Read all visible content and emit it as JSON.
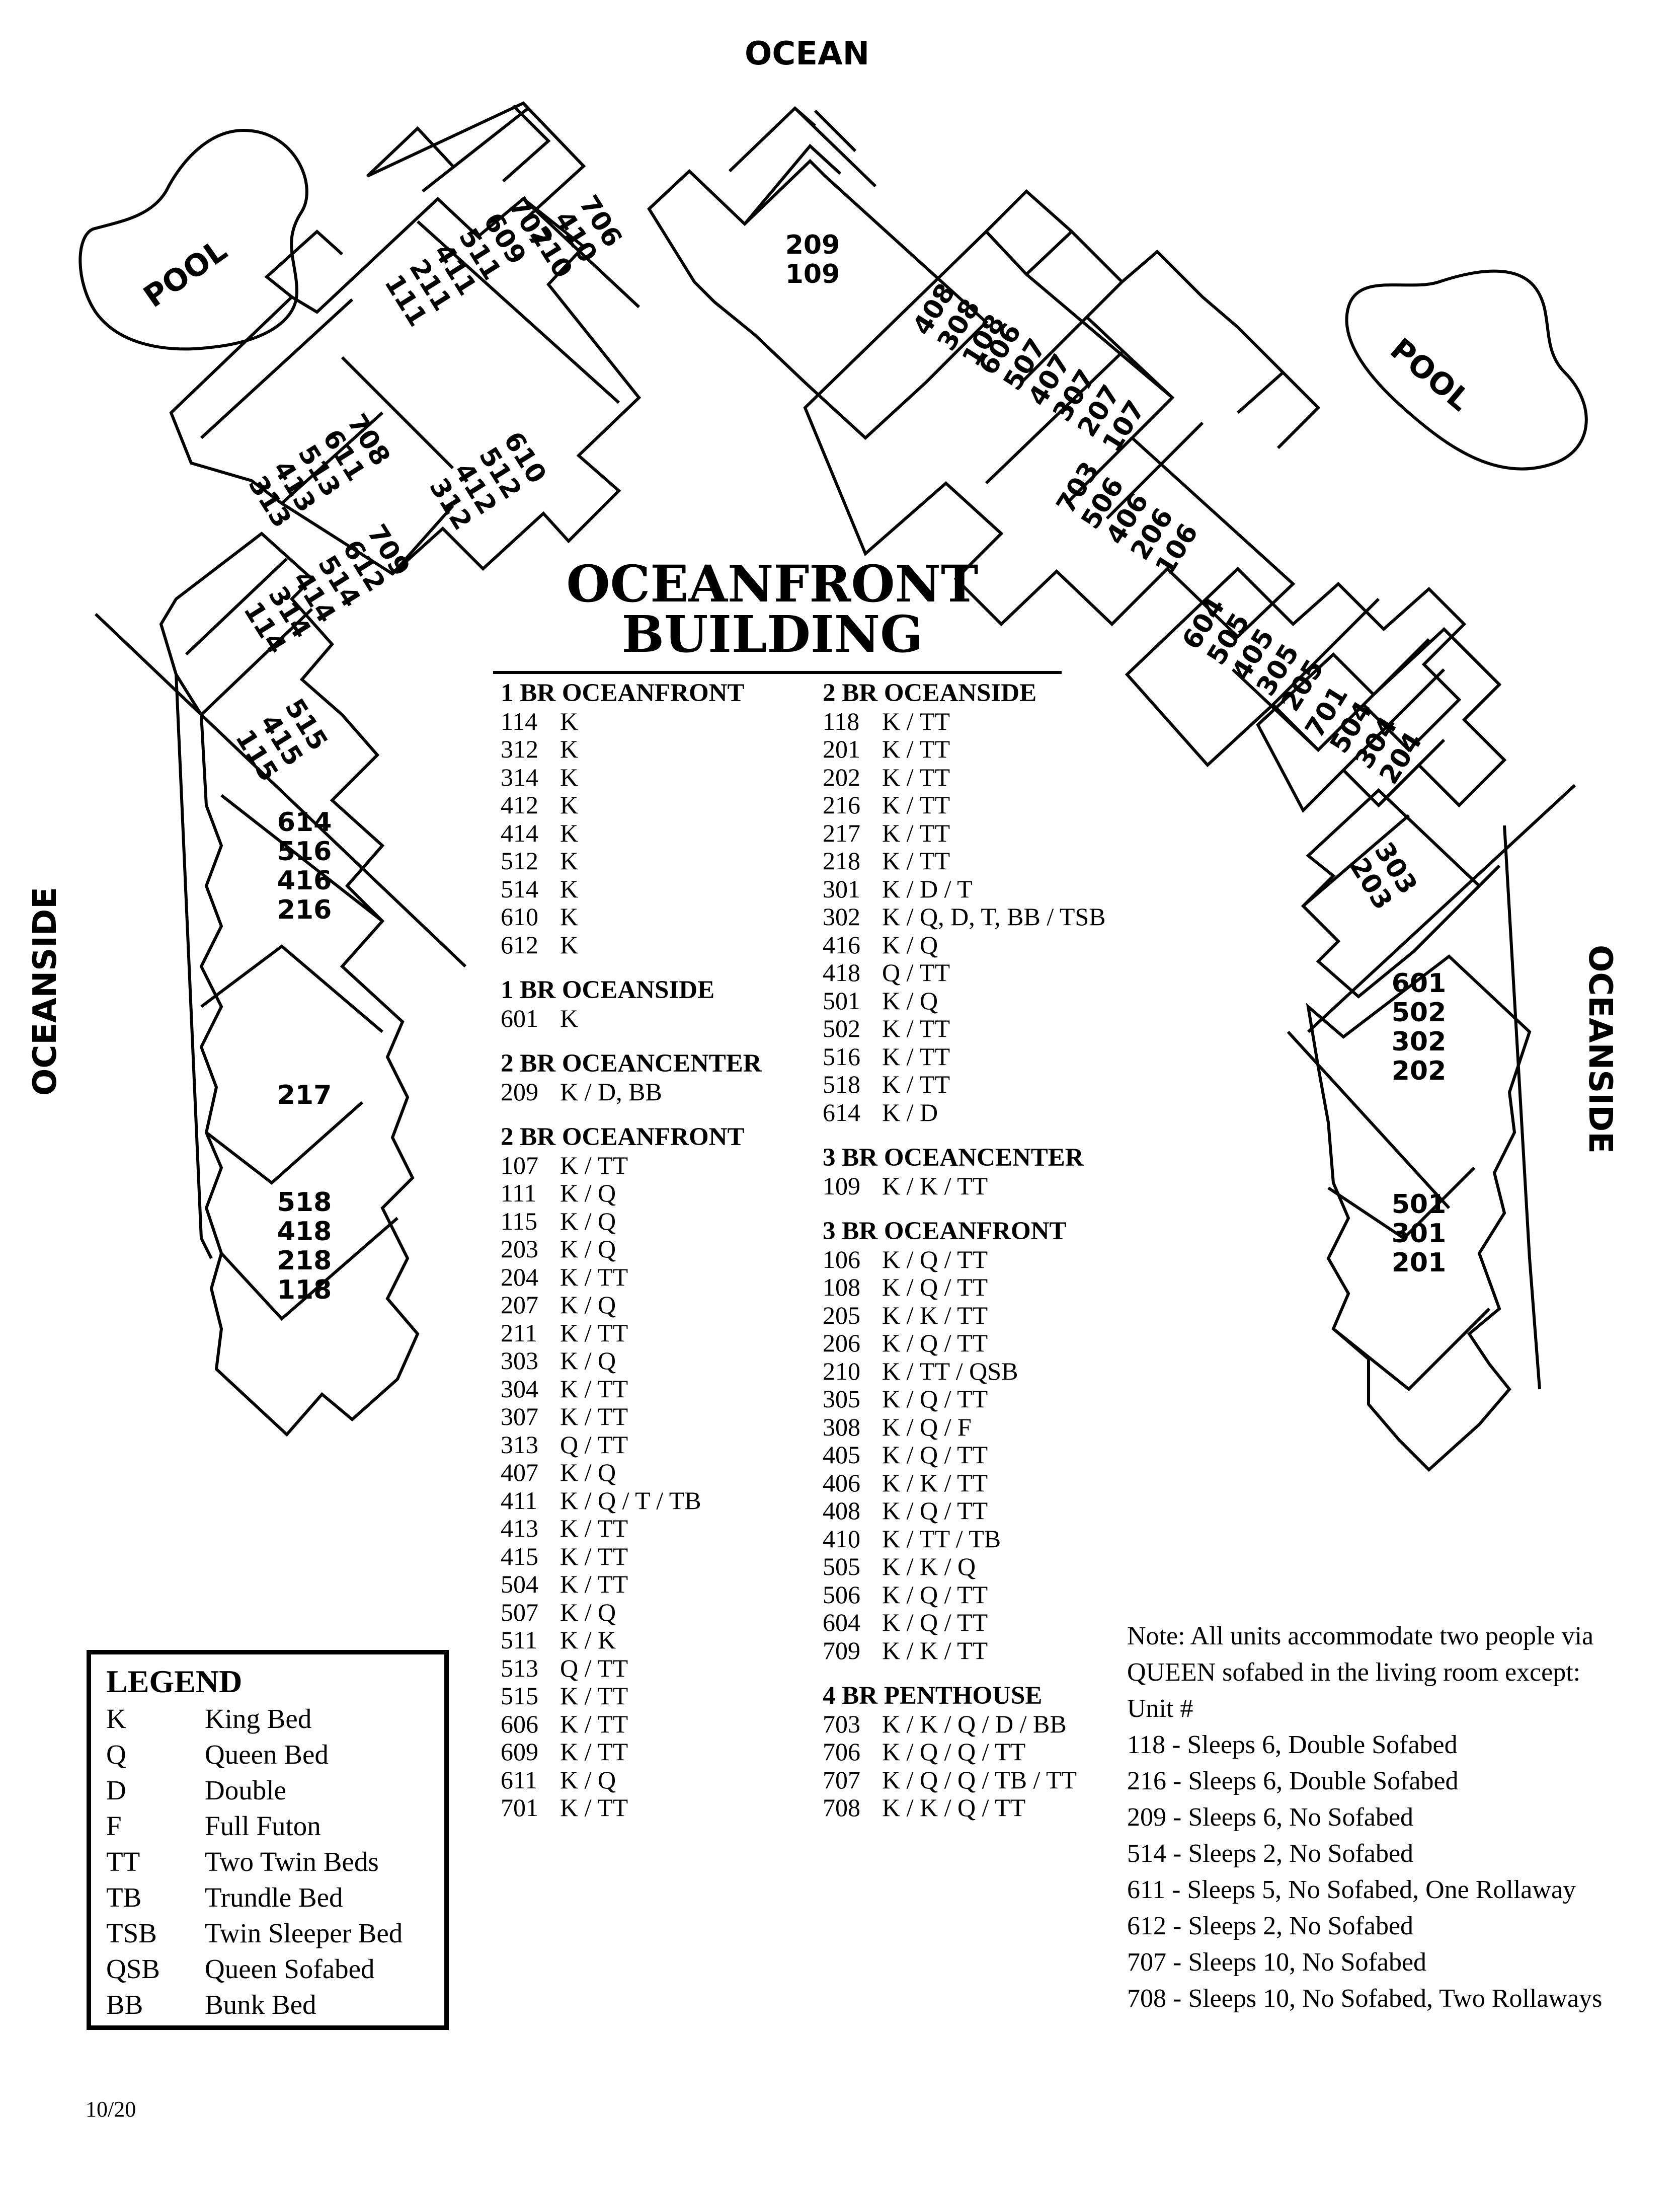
{
  "labels": {
    "ocean": "OCEAN",
    "oceanside_left": "OCEANSIDE",
    "oceanside_right": "OCEANSIDE",
    "pool_left": "POOL",
    "pool_right": "POOL",
    "title_line1": "OCEANFRONT",
    "title_line2": "BUILDING",
    "date": "10/20"
  },
  "unit_stacks": [
    {
      "id": "706-410-210",
      "units": [
        "706",
        "410",
        "210"
      ]
    },
    {
      "id": "707-111",
      "units": [
        "707",
        "609",
        "511",
        "411",
        "211",
        "111"
      ]
    },
    {
      "id": "209-109",
      "units": [
        "209",
        "109"
      ]
    },
    {
      "id": "408-108",
      "units": [
        "408",
        "308",
        "108"
      ]
    },
    {
      "id": "606-107",
      "units": [
        "606",
        "507",
        "407",
        "307",
        "207",
        "107"
      ]
    },
    {
      "id": "708-313",
      "units": [
        "708",
        "611",
        "513",
        "413",
        "313"
      ]
    },
    {
      "id": "610-312",
      "units": [
        "610",
        "512",
        "412",
        "312"
      ]
    },
    {
      "id": "709-114",
      "units": [
        "709",
        "612",
        "514",
        "414",
        "314",
        "114"
      ]
    },
    {
      "id": "703-106",
      "units": [
        "703",
        "506",
        "406",
        "206",
        "106"
      ]
    },
    {
      "id": "604-205",
      "units": [
        "604",
        "505",
        "405",
        "305",
        "205"
      ]
    },
    {
      "id": "701-204",
      "units": [
        "701",
        "504",
        "304",
        "204"
      ]
    },
    {
      "id": "515-115",
      "units": [
        "515",
        "415",
        "115"
      ]
    },
    {
      "id": "303-203",
      "units": [
        "303",
        "203"
      ]
    },
    {
      "id": "614-216",
      "units": [
        "614",
        "516",
        "416",
        "216"
      ]
    },
    {
      "id": "217",
      "units": [
        "217"
      ]
    },
    {
      "id": "518-118",
      "units": [
        "518",
        "418",
        "218",
        "118"
      ]
    },
    {
      "id": "601-202",
      "units": [
        "601",
        "502",
        "302",
        "202"
      ]
    },
    {
      "id": "501-201",
      "units": [
        "501",
        "301",
        "201"
      ]
    }
  ],
  "columns": [
    {
      "sections": [
        {
          "heading": "1 BR OCEANFRONT",
          "rows": [
            {
              "unit": "114",
              "beds": "K"
            },
            {
              "unit": "312",
              "beds": "K"
            },
            {
              "unit": "314",
              "beds": "K"
            },
            {
              "unit": "412",
              "beds": "K"
            },
            {
              "unit": "414",
              "beds": "K"
            },
            {
              "unit": "512",
              "beds": "K"
            },
            {
              "unit": "514",
              "beds": "K"
            },
            {
              "unit": "610",
              "beds": "K"
            },
            {
              "unit": "612",
              "beds": "K"
            }
          ]
        },
        {
          "heading": "1 BR OCEANSIDE",
          "rows": [
            {
              "unit": "601",
              "beds": "K"
            }
          ]
        },
        {
          "heading": "2 BR OCEANCENTER",
          "rows": [
            {
              "unit": "209",
              "beds": "K / D, BB"
            }
          ]
        },
        {
          "heading": "2 BR OCEANFRONT",
          "rows": [
            {
              "unit": "107",
              "beds": "K / TT"
            },
            {
              "unit": "111",
              "beds": "K / Q"
            },
            {
              "unit": "115",
              "beds": "K / Q"
            },
            {
              "unit": "203",
              "beds": "K / Q"
            },
            {
              "unit": "204",
              "beds": "K / TT"
            },
            {
              "unit": "207",
              "beds": "K / Q"
            },
            {
              "unit": "211",
              "beds": "K / TT"
            },
            {
              "unit": "303",
              "beds": "K / Q"
            },
            {
              "unit": "304",
              "beds": "K / TT"
            },
            {
              "unit": "307",
              "beds": "K / TT"
            },
            {
              "unit": "313",
              "beds": "Q / TT"
            },
            {
              "unit": "407",
              "beds": "K / Q"
            },
            {
              "unit": "411",
              "beds": "K / Q / T / TB"
            },
            {
              "unit": "413",
              "beds": "K / TT"
            },
            {
              "unit": "415",
              "beds": "K / TT"
            },
            {
              "unit": "504",
              "beds": "K / TT"
            },
            {
              "unit": "507",
              "beds": "K / Q"
            },
            {
              "unit": "511",
              "beds": "K / K"
            },
            {
              "unit": "513",
              "beds": "Q / TT"
            },
            {
              "unit": "515",
              "beds": "K / TT"
            },
            {
              "unit": "606",
              "beds": "K / TT"
            },
            {
              "unit": "609",
              "beds": "K / TT"
            },
            {
              "unit": "611",
              "beds": "K / Q"
            },
            {
              "unit": "701",
              "beds": "K / TT"
            }
          ]
        }
      ]
    },
    {
      "sections": [
        {
          "heading": "2 BR OCEANSIDE",
          "rows": [
            {
              "unit": "118",
              "beds": "K / TT"
            },
            {
              "unit": "201",
              "beds": "K / TT"
            },
            {
              "unit": "202",
              "beds": "K / TT"
            },
            {
              "unit": "216",
              "beds": "K / TT"
            },
            {
              "unit": "217",
              "beds": "K / TT"
            },
            {
              "unit": "218",
              "beds": "K / TT"
            },
            {
              "unit": "301",
              "beds": "K / D / T"
            },
            {
              "unit": "302",
              "beds": "K / Q, D, T, BB / TSB"
            },
            {
              "unit": "416",
              "beds": "K / Q"
            },
            {
              "unit": "418",
              "beds": "Q / TT"
            },
            {
              "unit": "501",
              "beds": "K / Q"
            },
            {
              "unit": "502",
              "beds": "K / TT"
            },
            {
              "unit": "516",
              "beds": "K / TT"
            },
            {
              "unit": "518",
              "beds": "K / TT"
            },
            {
              "unit": "614",
              "beds": "K / D"
            }
          ]
        },
        {
          "heading": "3 BR OCEANCENTER",
          "rows": [
            {
              "unit": "109",
              "beds": "K / K / TT"
            }
          ]
        },
        {
          "heading": "3 BR OCEANFRONT",
          "rows": [
            {
              "unit": "106",
              "beds": "K / Q / TT"
            },
            {
              "unit": "108",
              "beds": "K / Q / TT"
            },
            {
              "unit": "205",
              "beds": "K / K / TT"
            },
            {
              "unit": "206",
              "beds": "K / Q / TT"
            },
            {
              "unit": "210",
              "beds": "K / TT / QSB"
            },
            {
              "unit": "305",
              "beds": "K / Q / TT"
            },
            {
              "unit": "308",
              "beds": "K / Q / F"
            },
            {
              "unit": "405",
              "beds": "K / Q / TT"
            },
            {
              "unit": "406",
              "beds": "K / K / TT"
            },
            {
              "unit": "408",
              "beds": "K / Q / TT"
            },
            {
              "unit": "410",
              "beds": "K / TT / TB"
            },
            {
              "unit": "505",
              "beds": "K / K / Q"
            },
            {
              "unit": "506",
              "beds": "K / Q / TT"
            },
            {
              "unit": "604",
              "beds": "K / Q / TT"
            },
            {
              "unit": "709",
              "beds": "K / K / TT"
            }
          ]
        },
        {
          "heading": "4 BR PENTHOUSE",
          "rows": [
            {
              "unit": "703",
              "beds": "K / K / Q / D / BB"
            },
            {
              "unit": "706",
              "beds": "K / Q / Q / TT"
            },
            {
              "unit": "707",
              "beds": "K / Q / Q / TB / TT"
            },
            {
              "unit": "708",
              "beds": "K / K / Q / TT"
            }
          ]
        }
      ]
    }
  ],
  "note": {
    "lines": [
      "Note: All units accommodate two people via",
      "QUEEN sofabed in the living room except:",
      "Unit #",
      "118 - Sleeps 6, Double Sofabed",
      "216 - Sleeps 6, Double Sofabed",
      "209 - Sleeps 6, No Sofabed",
      "514 - Sleeps 2, No Sofabed",
      "611 - Sleeps 5, No Sofabed, One Rollaway",
      "612 - Sleeps 2, No Sofabed",
      "707 - Sleeps 10, No Sofabed",
      "708 - Sleeps 10, No Sofabed, Two Rollaways"
    ]
  },
  "legend": {
    "title": "LEGEND",
    "items": [
      {
        "code": "K",
        "meaning": "King Bed"
      },
      {
        "code": "Q",
        "meaning": "Queen Bed"
      },
      {
        "code": "D",
        "meaning": "Double"
      },
      {
        "code": "F",
        "meaning": "Full Futon"
      },
      {
        "code": "TT",
        "meaning": "Two Twin Beds"
      },
      {
        "code": "TB",
        "meaning": "Trundle Bed"
      },
      {
        "code": "TSB",
        "meaning": "Twin Sleeper Bed"
      },
      {
        "code": "QSB",
        "meaning": "Queen Sofabed"
      },
      {
        "code": "BB",
        "meaning": "Bunk Bed"
      }
    ]
  }
}
